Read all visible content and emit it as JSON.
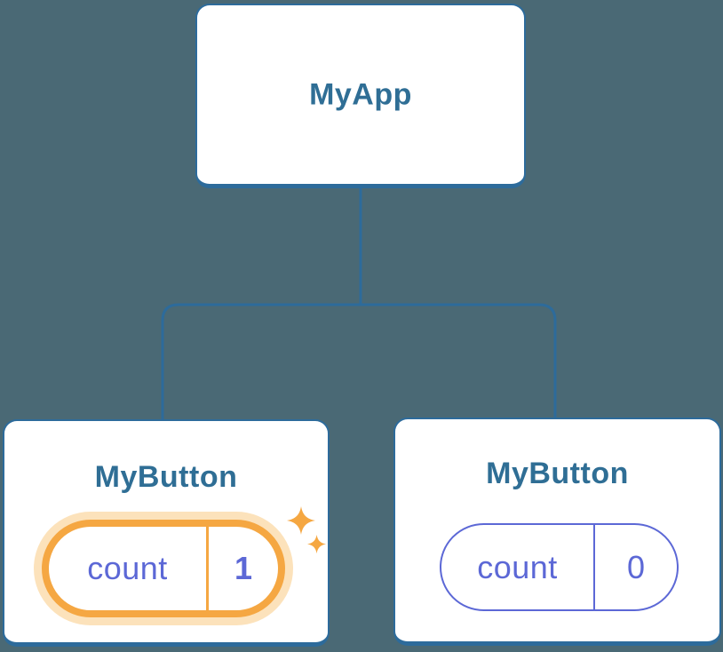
{
  "colors": {
    "background": "#4A6975",
    "connector_blue": "#2D6B9B",
    "node_title_blue": "#2F6E95",
    "state_purple": "#5C68D6",
    "highlight_orange": "#F5A742",
    "highlight_glow": "#FCE2BB"
  },
  "tree": {
    "root": {
      "label": "MyApp"
    },
    "children": [
      {
        "label": "MyButton",
        "state_key": "count",
        "state_value": "1",
        "highlighted": true
      },
      {
        "label": "MyButton",
        "state_key": "count",
        "state_value": "0",
        "highlighted": false
      }
    ]
  },
  "icons": {
    "sparkle": "✦"
  }
}
